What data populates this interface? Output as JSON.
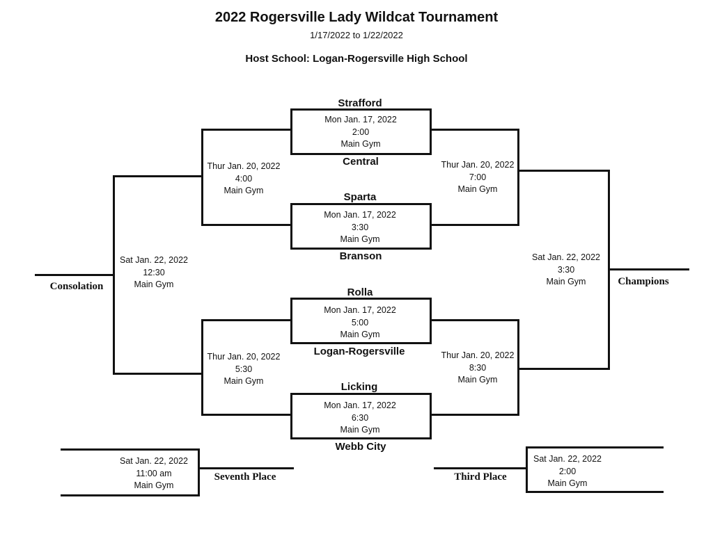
{
  "header": {
    "title": "2022 Rogersville Lady Wildcat Tournament",
    "dates": "1/17/2022 to 1/22/2022",
    "host": "Host School: Logan-Rogersville High School"
  },
  "round1": [
    {
      "team_top": "Strafford",
      "date": "Mon Jan. 17, 2022",
      "time": "2:00",
      "venue": "Main Gym",
      "team_bottom": "Central"
    },
    {
      "team_top": "Sparta",
      "date": "Mon Jan. 17, 2022",
      "time": "3:30",
      "venue": "Main Gym",
      "team_bottom": "Branson"
    },
    {
      "team_top": "Rolla",
      "date": "Mon Jan. 17, 2022",
      "time": "5:00",
      "venue": "Main Gym",
      "team_bottom": "Logan-Rogersville"
    },
    {
      "team_top": "Licking",
      "date": "Mon Jan. 17, 2022",
      "time": "6:30",
      "venue": "Main Gym",
      "team_bottom": "Webb City"
    }
  ],
  "consolation_semis": [
    {
      "date": "Thur Jan. 20, 2022",
      "time": "4:00",
      "venue": "Main Gym"
    },
    {
      "date": "Thur Jan. 20, 2022",
      "time": "5:30",
      "venue": "Main Gym"
    }
  ],
  "winners_semis": [
    {
      "date": "Thur Jan. 20, 2022",
      "time": "7:00",
      "venue": "Main Gym"
    },
    {
      "date": "Thur Jan. 20, 2022",
      "time": "8:30",
      "venue": "Main Gym"
    }
  ],
  "consolation_final": {
    "date": "Sat Jan. 22, 2022",
    "time": "12:30",
    "venue": "Main Gym",
    "label": "Consolation"
  },
  "championship": {
    "date": "Sat Jan. 22, 2022",
    "time": "3:30",
    "venue": "Main Gym",
    "label": "Champions"
  },
  "seventh_place": {
    "date": "Sat Jan. 22, 2022",
    "time": "11:00 am",
    "venue": "Main Gym",
    "label": "Seventh Place"
  },
  "third_place": {
    "date": "Sat Jan. 22, 2022",
    "time": "2:00",
    "venue": "Main Gym",
    "label": "Third Place"
  }
}
